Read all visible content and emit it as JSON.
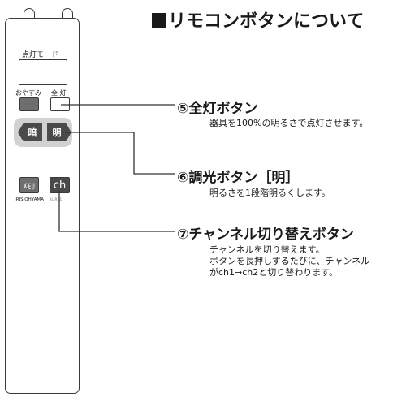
{
  "title": "リモコンボタンについて",
  "remote": {
    "mode_label": "点灯モード",
    "oyasumi_label": "おやすみ",
    "zentou_label": "全 灯",
    "dim_down_label": "暗",
    "dim_up_label": "明",
    "memory_label": "ﾒﾓﾘ",
    "ch_label": "ch",
    "brand": "IRIS OHYAMA",
    "model": "IL-RE1"
  },
  "callouts": [
    {
      "heading": "⑤全灯ボタン",
      "desc": [
        "器具を100%の明るさで点灯させます。"
      ]
    },
    {
      "heading": "⑥調光ボタン［明］",
      "desc": [
        "明るさを1段階明るくします。"
      ]
    },
    {
      "heading": "⑦チャンネル切り替えボタン",
      "desc": [
        "チャンネルを切り替えます。",
        "ボタンを長押しするたびに、チャンネル",
        "がch1→ch2と切り替わります。"
      ]
    }
  ]
}
